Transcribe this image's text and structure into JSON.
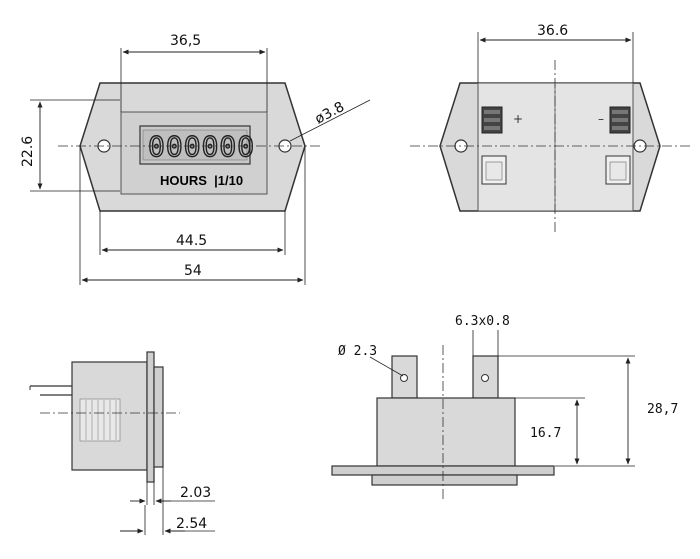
{
  "front_view": {
    "width_window": "36,5",
    "height": "22.6",
    "hole_diameter": "ø3.8",
    "width_inner": "44.5",
    "width_total": "54",
    "counter_label": "HOURS  |1/10",
    "digits": "000000"
  },
  "rear_view": {
    "width": "36.6",
    "terminal_plus": "+",
    "terminal_minus": "–"
  },
  "side_view": {
    "thickness_a": "2.03",
    "thickness_b": "2.54"
  },
  "bottom_view": {
    "pin_diameter": "Ø 2.3",
    "pin_size": "6.3x0.8",
    "body_height": "16.7",
    "total_height": "28,7"
  },
  "colors": {
    "body_fill": "#d9d9d9",
    "outline": "#333333",
    "dimension_line": "#222222"
  }
}
